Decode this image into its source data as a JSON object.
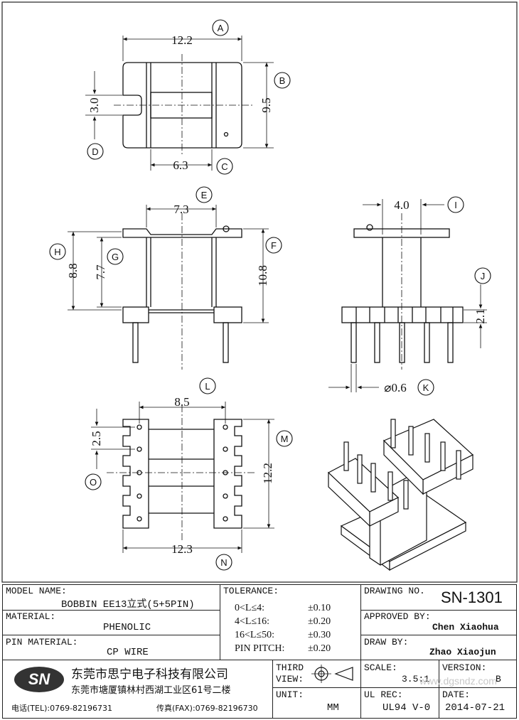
{
  "dimensions": {
    "A": {
      "letter": "A",
      "value": "12.2"
    },
    "B": {
      "letter": "B",
      "value": "9.5"
    },
    "C": {
      "letter": "C",
      "value": "6.3"
    },
    "D": {
      "letter": "D",
      "value": "3.0"
    },
    "E": {
      "letter": "E",
      "value": "7.3"
    },
    "F": {
      "letter": "F",
      "value": "10.8"
    },
    "G": {
      "letter": "G",
      "value": "7.7"
    },
    "H": {
      "letter": "H",
      "value": "8.8"
    },
    "I": {
      "letter": "I",
      "value": "4.0"
    },
    "J": {
      "letter": "J",
      "value": "2.1"
    },
    "K": {
      "letter": "K",
      "value": "⌀0.6"
    },
    "L": {
      "letter": "L",
      "value": "8.5"
    },
    "M": {
      "letter": "M",
      "value": "12.2"
    },
    "N": {
      "letter": "N",
      "value": "12.3"
    },
    "O": {
      "letter": "O",
      "value": "2.5"
    }
  },
  "title_block": {
    "model_name_label": "MODEL NAME:",
    "model_name_value": "BOBBIN EE13立式(5+5PIN)",
    "material_label": "MATERIAL:",
    "material_value": "PHENOLIC",
    "pin_material_label": "PIN MATERIAL:",
    "pin_material_value": "CP WIRE",
    "tolerance_label": "TOLERANCE:",
    "tolerances": [
      {
        "range": "0<L≤4:",
        "value": "±0.10"
      },
      {
        "range": "4<L≤16:",
        "value": "±0.20"
      },
      {
        "range": "16<L≤50:",
        "value": "±0.30"
      },
      {
        "range": "PIN PITCH:",
        "value": "±0.20"
      }
    ],
    "drawing_no_label": "DRAWING NO.",
    "drawing_no_value": "SN-1301",
    "approved_by_label": "APPROVED BY:",
    "approved_by_value": "Chen Xiaohua",
    "draw_by_label": "DRAW BY:",
    "draw_by_value": "Zhao Xiaojun",
    "company_logo": "SN",
    "company_name": "东莞市思宁电子科技有限公司",
    "company_address": "东莞市塘厦镇林村西湖工业区61号二楼",
    "tel": "电话(TEL):0769-82196731",
    "fax": "传真(FAX):0769-82196730",
    "third_view_label": "THIRD VIEW:",
    "unit_label": "UNIT:",
    "unit_value": "MM",
    "scale_label": "SCALE:",
    "scale_value": "3.5:1",
    "version_label": "VERSION:",
    "version_value": "B",
    "ul_rec_label": "UL REC:",
    "ul_rec_value": "UL94 V-0",
    "date_label": "DATE:",
    "date_value": "2014-07-21",
    "watermark": "www.dgsndz.com"
  }
}
